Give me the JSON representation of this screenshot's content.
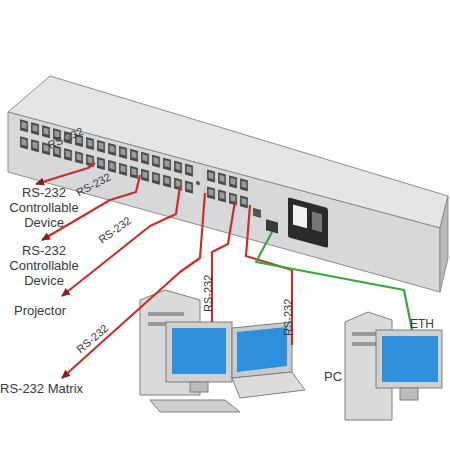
{
  "diagram": {
    "labels": [
      "RS-232",
      "RS-232 Controllable Device",
      "RS-232",
      "RS-232 Controllable Device",
      "RS-232",
      "Projector",
      "RS-232",
      "RS-232",
      "RS-232",
      "ETH",
      "RS-232 Matrix",
      "PC"
    ]
  }
}
